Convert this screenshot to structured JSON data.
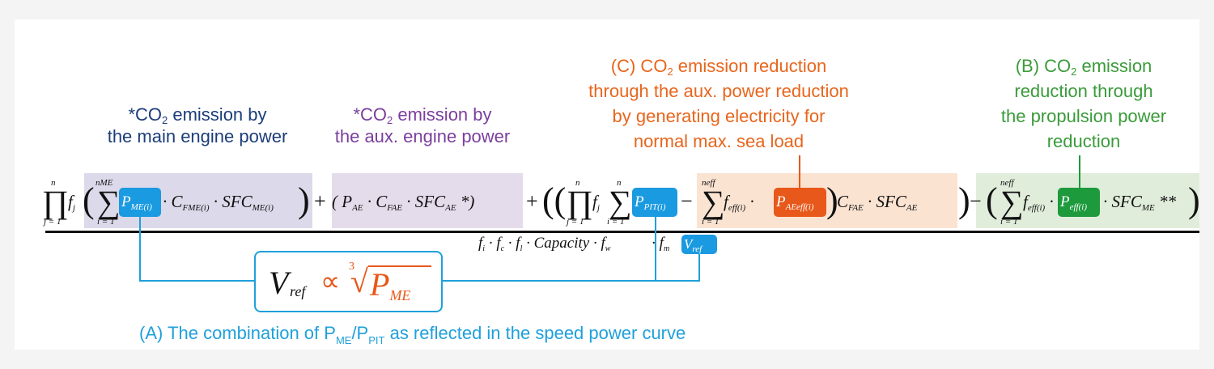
{
  "labels": {
    "main_engine": {
      "line1_pre": "*CO",
      "line1_sub": "2",
      "line1_post": " emission by",
      "line2": "the main engine power",
      "color": "#1c3d7a"
    },
    "aux_engine": {
      "line1_pre": "*CO",
      "line1_sub": "2",
      "line1_post": " emission by",
      "line2": "the aux. engine power",
      "color": "#7b3f9e"
    },
    "label_c": {
      "line1_pre": "(C) CO",
      "line1_sub": "2",
      "line1_post": " emission reduction",
      "line2": "through the aux. power reduction",
      "line3": "by generating electricity for",
      "line4": "normal max. sea load",
      "color": "#e8651c"
    },
    "label_b": {
      "line1_pre": "(B) CO",
      "line1_sub": "2",
      "line1_post": " emission",
      "line2": "reduction through",
      "line3": "the propulsion power",
      "line4": "reduction",
      "color": "#3a9b3a"
    },
    "label_a": {
      "pre": "(A) The combination of P",
      "sub1": "ME",
      "mid": "/P",
      "sub2": "PIT",
      "post": " as reflected in the speed power curve",
      "color": "#1fa0db"
    }
  },
  "formula": {
    "prod_symbol": "∏",
    "sum_symbol": "∑",
    "prod_upper": "n",
    "prod_lower": "j = 1",
    "f_j": "f",
    "f_j_sub": "j",
    "sum1_upper": "nME",
    "sum1_lower": "i = 1",
    "chip_pme": "P",
    "chip_pme_sub": "ME(i)",
    "term1_rest": "· C",
    "term1_c_sub": "FME(i)",
    "term1_sfc": " · SFC",
    "term1_sfc_sub": "ME(i)",
    "plus1": "+",
    "term2_pre": "( P",
    "term2_pae_sub": "AE",
    "term2_c": " · C",
    "term2_c_sub": "FAE",
    "term2_sfc": " · SFC",
    "term2_sfc_sub": "AE",
    "term2_post": " *)",
    "plus2": "+",
    "prod2_upper": "n",
    "prod2_lower": "j = 1",
    "f_j2": "f",
    "f_j2_sub": "j",
    "sum2_upper": "n",
    "sum2_lower": "i = 1",
    "chip_ppit": "P",
    "chip_ppit_sub": "PIT(i)",
    "minus1": "−",
    "sum3_upper": "neff",
    "sum3_lower": "i = 1",
    "feff": "f",
    "feff_sub": "eff(i)",
    "dot1": "·",
    "chip_paeeff": "P",
    "chip_paeeff_sub": "AEeff(i)",
    "term3_c": "C",
    "term3_c_sub": "FAE",
    "term3_sfc": " · SFC",
    "term3_sfc_sub": "AE",
    "minus2": "−",
    "sum4_upper": "neff",
    "sum4_lower": "i = 1",
    "feff2": "f",
    "feff2_sub": "eff(i)",
    "dot2": "·",
    "chip_peff": "P",
    "chip_peff_sub": "eff(i)",
    "term4_sfc": "· SFC",
    "term4_sfc_sub": "ME",
    "term4_post": " **",
    "denominator": {
      "pre": "f",
      "s1": "i",
      "p2": " · f",
      "s2": "c",
      "p3": " · f",
      "s3": "l",
      "p4": " · Capacity · f",
      "s4": "w",
      "p6": " · f",
      "s6": "m"
    },
    "chip_vref": "V",
    "chip_vref_sub": "ref"
  },
  "vref_box": {
    "v": "V",
    "v_sub": "ref",
    "prop": "∝",
    "root_index": "3",
    "root_sign": "√",
    "p": "P",
    "p_sub": "ME"
  },
  "colors": {
    "blue_region": "#dcd9ea",
    "purple_region": "#e5dceb",
    "orange_region": "#fbe3d2",
    "green_region": "#e0eddb",
    "blue_chip": "#1a9ae0",
    "orange_chip": "#e8581a",
    "green_chip": "#1d9a3c"
  }
}
